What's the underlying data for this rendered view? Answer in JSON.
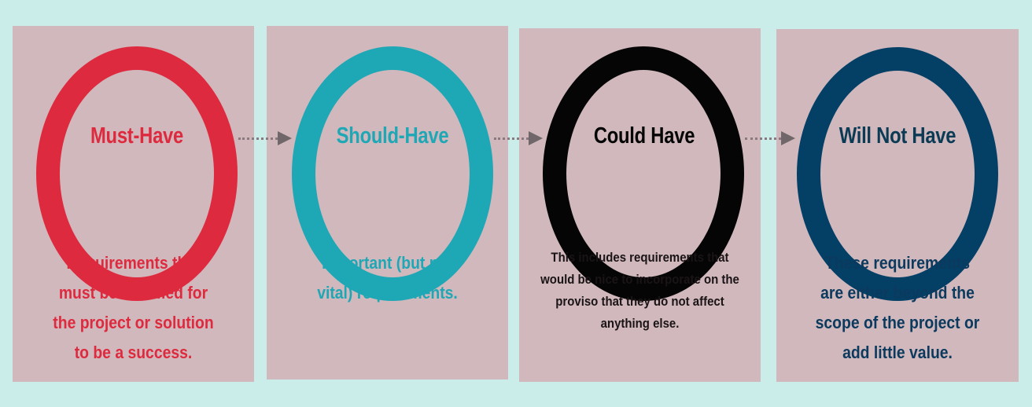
{
  "background_color": "#cbedea",
  "panel_color": "#d0b8bc",
  "stages": [
    {
      "title": "Must-Have",
      "color": "#de2a3e",
      "description": [
        "Requirements that",
        "must be satisfied for",
        "the project or solution",
        "to be a success."
      ]
    },
    {
      "title": "Should-Have",
      "color": "#1ea7b5",
      "description": [
        "Important (but not",
        "vital) requirements."
      ]
    },
    {
      "title": "Could Have",
      "color": "#050505",
      "description": [
        "This includes requirements that",
        "would be nice to incorporate on the",
        "proviso that they do not affect",
        "anything else."
      ]
    },
    {
      "title": "Will Not Have",
      "color": "#043f66",
      "description": [
        "These requirements",
        "are either beyond the",
        "scope of the project or",
        "add little value."
      ]
    }
  ]
}
